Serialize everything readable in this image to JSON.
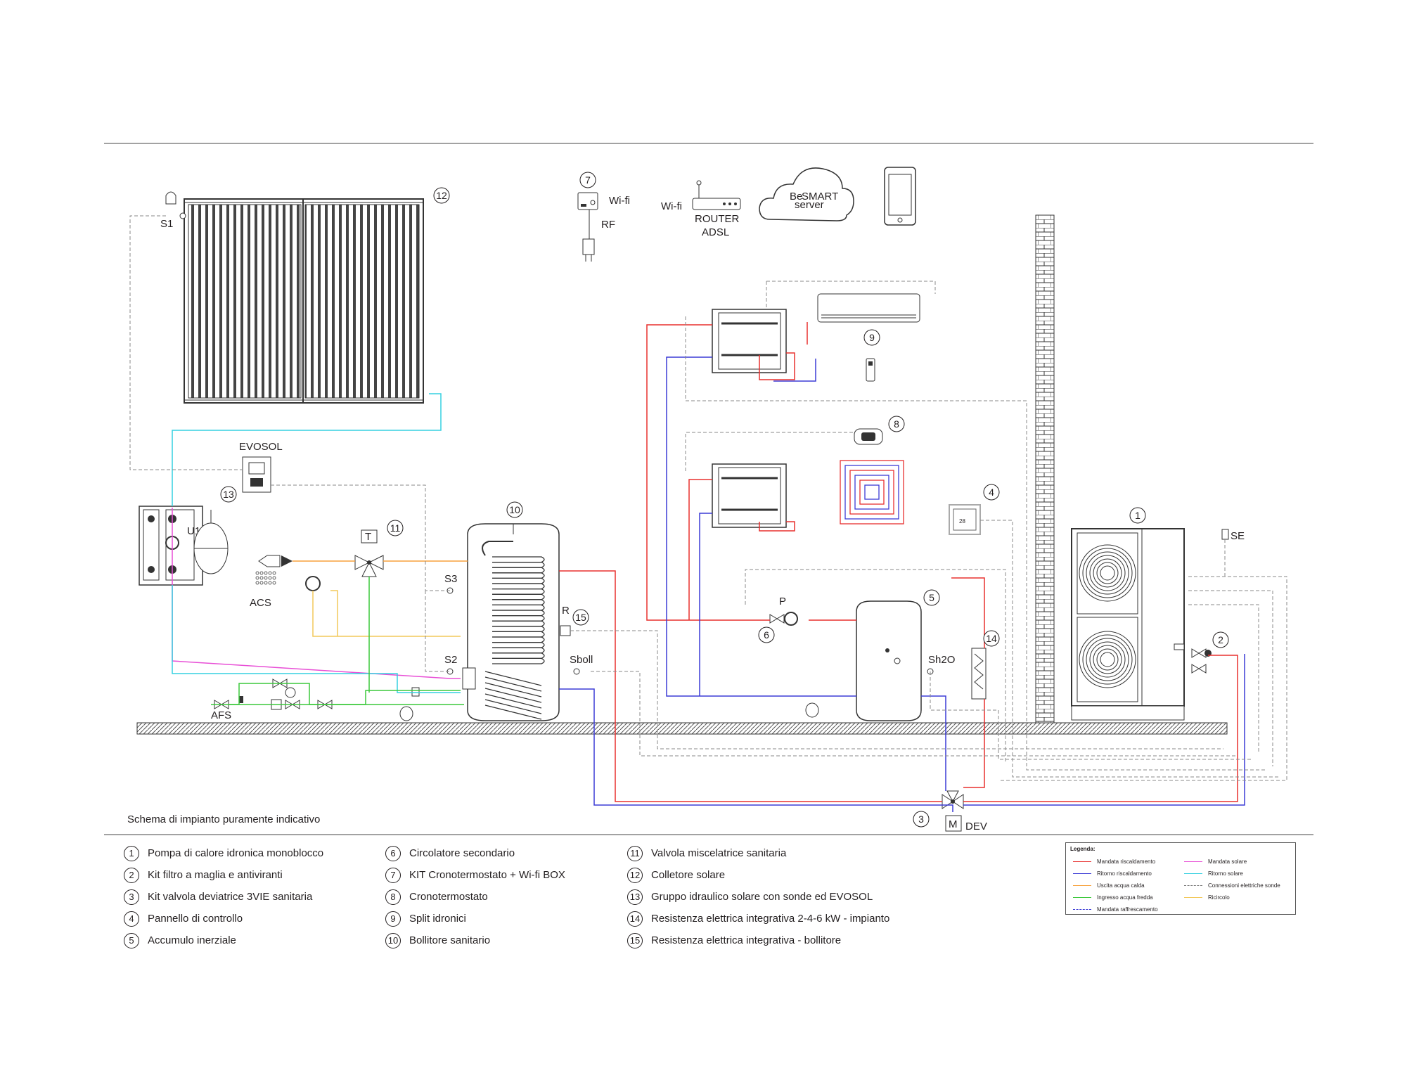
{
  "labels": {
    "s1": "S1",
    "u1": "U1",
    "evosol": "EVOSOL",
    "acs": "ACS",
    "afs": "AFS",
    "s3": "S3",
    "s2": "S2",
    "sboll": "Sboll",
    "r": "R",
    "p": "P",
    "sh2o": "Sh2O",
    "se": "SE",
    "dev": "DEV",
    "m": "M",
    "wifi_thermo": "Wi-fi",
    "rf": "RF",
    "wifi_router": "Wi-fi",
    "router_line1": "ROUTER",
    "router_line2": "ADSL",
    "be": "Be",
    "smart": "SMART",
    "server": "server",
    "thermostat_display": "28"
  },
  "callouts": [
    "1",
    "2",
    "3",
    "4",
    "5",
    "6",
    "7",
    "8",
    "9",
    "10",
    "11",
    "12",
    "13",
    "14",
    "15"
  ],
  "note": "Schema di impianto puramente indicativo",
  "components": [
    {
      "num": "1",
      "text": "Pompa di calore idronica monoblocco"
    },
    {
      "num": "2",
      "text": "Kit filtro a maglia e antiviranti"
    },
    {
      "num": "3",
      "text": "Kit valvola deviatrice 3VIE sanitaria"
    },
    {
      "num": "4",
      "text": "Pannello di controllo"
    },
    {
      "num": "5",
      "text": "Accumulo inerziale"
    },
    {
      "num": "6",
      "text": "Circolatore secondario"
    },
    {
      "num": "7",
      "text": "KIT Cronotermostato + Wi-fi BOX"
    },
    {
      "num": "8",
      "text": "Cronotermostato"
    },
    {
      "num": "9",
      "text": "Split idronici"
    },
    {
      "num": "10",
      "text": "Bollitore sanitario"
    },
    {
      "num": "11",
      "text": "Valvola miscelatrice sanitaria"
    },
    {
      "num": "12",
      "text": "Colletore solare"
    },
    {
      "num": "13",
      "text": "Gruppo idraulico solare con sonde ed EVOSOL"
    },
    {
      "num": "14",
      "text": "Resistenza elettrica integrativa 2-4-6 kW - impianto"
    },
    {
      "num": "15",
      "text": "Resistenza elettrica integrativa - bollitore"
    }
  ],
  "legend": {
    "title": "Legenda:",
    "items": [
      {
        "text": "Mandata riscaldamento",
        "color": "#e8302f",
        "style": "solid"
      },
      {
        "text": "Ritorno riscaldamento",
        "color": "#3b3bd6",
        "style": "solid"
      },
      {
        "text": "Uscita acqua calda",
        "color": "#f7a13b",
        "style": "solid"
      },
      {
        "text": "Ingresso acqua fredda",
        "color": "#3cc93c",
        "style": "solid"
      },
      {
        "text": "Mandata raffrescamento",
        "color": "#3b3bd6",
        "style": "dash"
      },
      {
        "text": "Mandata solare",
        "color": "#e84fd6",
        "style": "solid"
      },
      {
        "text": "Ritorno solare",
        "color": "#35d0e0",
        "style": "solid"
      },
      {
        "text": "Connessioni elettriche sonde",
        "color": "#777777",
        "style": "dash"
      },
      {
        "text": "Ricircolo",
        "color": "#f2c85a",
        "style": "solid"
      }
    ]
  },
  "colors": {
    "red": "#e8302f",
    "blue": "#3b3bd6",
    "orange": "#f7a13b",
    "green": "#3cc93c",
    "magenta": "#e84fd6",
    "cyan": "#35d0e0",
    "yellow": "#f2c85a",
    "gray": "#8a8a8a",
    "ink": "#231f20"
  }
}
